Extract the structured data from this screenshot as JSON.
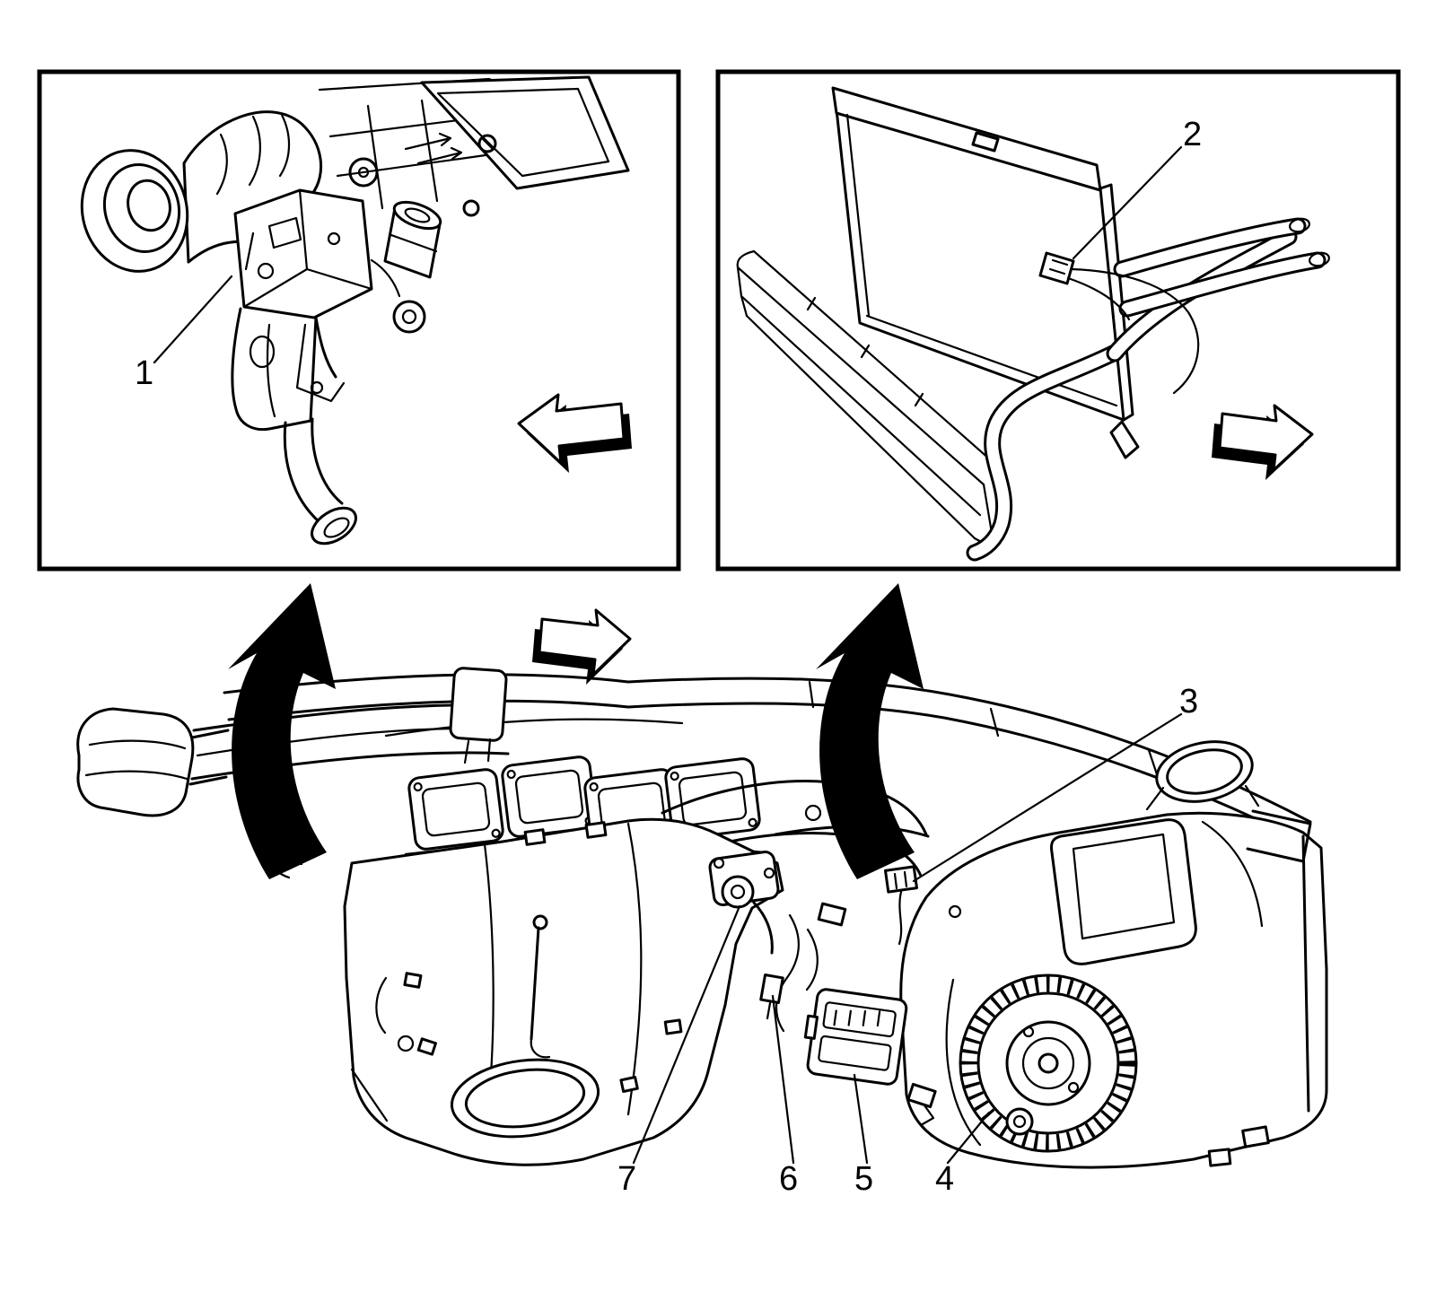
{
  "diagram": {
    "background_color": "#ffffff",
    "line_color": "#000000",
    "callouts": {
      "c1": {
        "label": "1"
      },
      "c2": {
        "label": "2"
      },
      "c3": {
        "label": "3"
      },
      "c4": {
        "label": "4"
      },
      "c5": {
        "label": "5"
      },
      "c6": {
        "label": "6"
      },
      "c7": {
        "label": "7"
      }
    }
  }
}
